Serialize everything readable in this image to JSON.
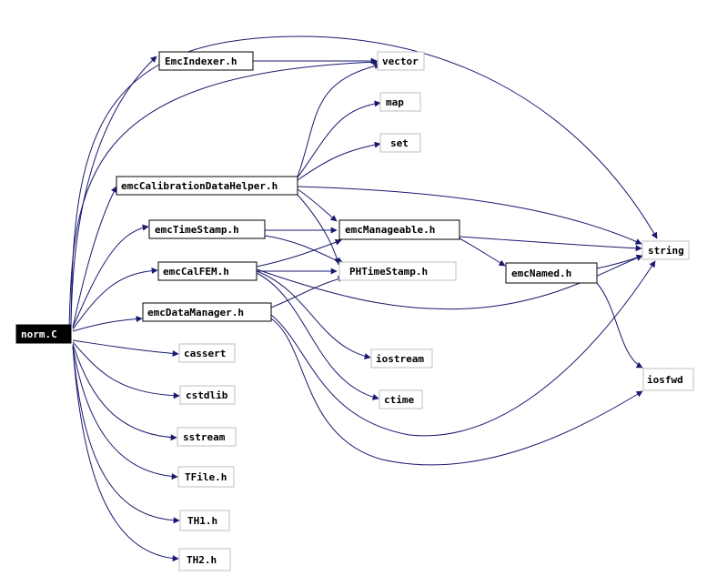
{
  "graph": {
    "nodes": {
      "norm_c": "norm.C",
      "emcindexer": "EmcIndexer.h",
      "vector": "vector",
      "map": "map",
      "set": "set",
      "calibhelper": "emcCalibrationDataHelper.h",
      "timestamp": "emcTimeStamp.h",
      "manageable": "emcManageable.h",
      "string": "string",
      "calfem": "emcCalFEM.h",
      "phtimestamp": "PHTimeStamp.h",
      "named": "emcNamed.h",
      "datamanager": "emcDataManager.h",
      "iostream": "iostream",
      "iosfwd": "iosfwd",
      "ctime": "ctime",
      "cassert": "cassert",
      "cstdlib": "cstdlib",
      "sstream": "sstream",
      "tfile": "TFile.h",
      "th1": "TH1.h",
      "th2": "TH2.h"
    }
  }
}
